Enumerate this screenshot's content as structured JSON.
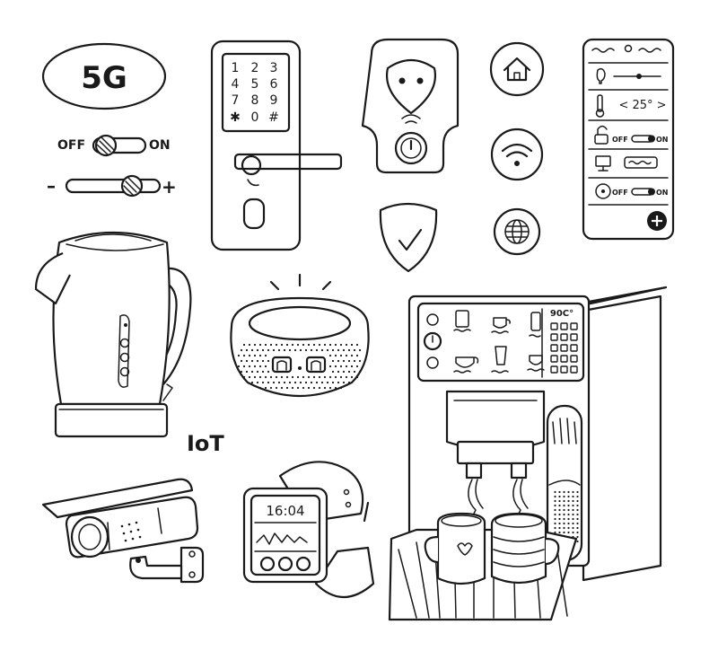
{
  "badge_5g": "5G",
  "switch_off_label": "OFF",
  "switch_on_label": "ON",
  "slider_minus": "–",
  "slider_plus": "+",
  "keypad": [
    "1",
    "2",
    "3",
    "4",
    "5",
    "6",
    "7",
    "8",
    "9",
    "✱",
    "0",
    "#"
  ],
  "phone_app": {
    "temperature": "< 25° >",
    "toggle_off": "OFF",
    "toggle_on": "ON"
  },
  "coffee_temp": "90C°",
  "iot_label": "IoT",
  "watch_time": "16:04",
  "icons": [
    "5g-badge",
    "smart-lock",
    "smart-socket",
    "home-icon",
    "wifi-icon",
    "globe-icon",
    "shield-check-icon",
    "smartphone",
    "kettle",
    "smart-speaker",
    "coffee-machine",
    "security-camera",
    "smartwatch"
  ]
}
